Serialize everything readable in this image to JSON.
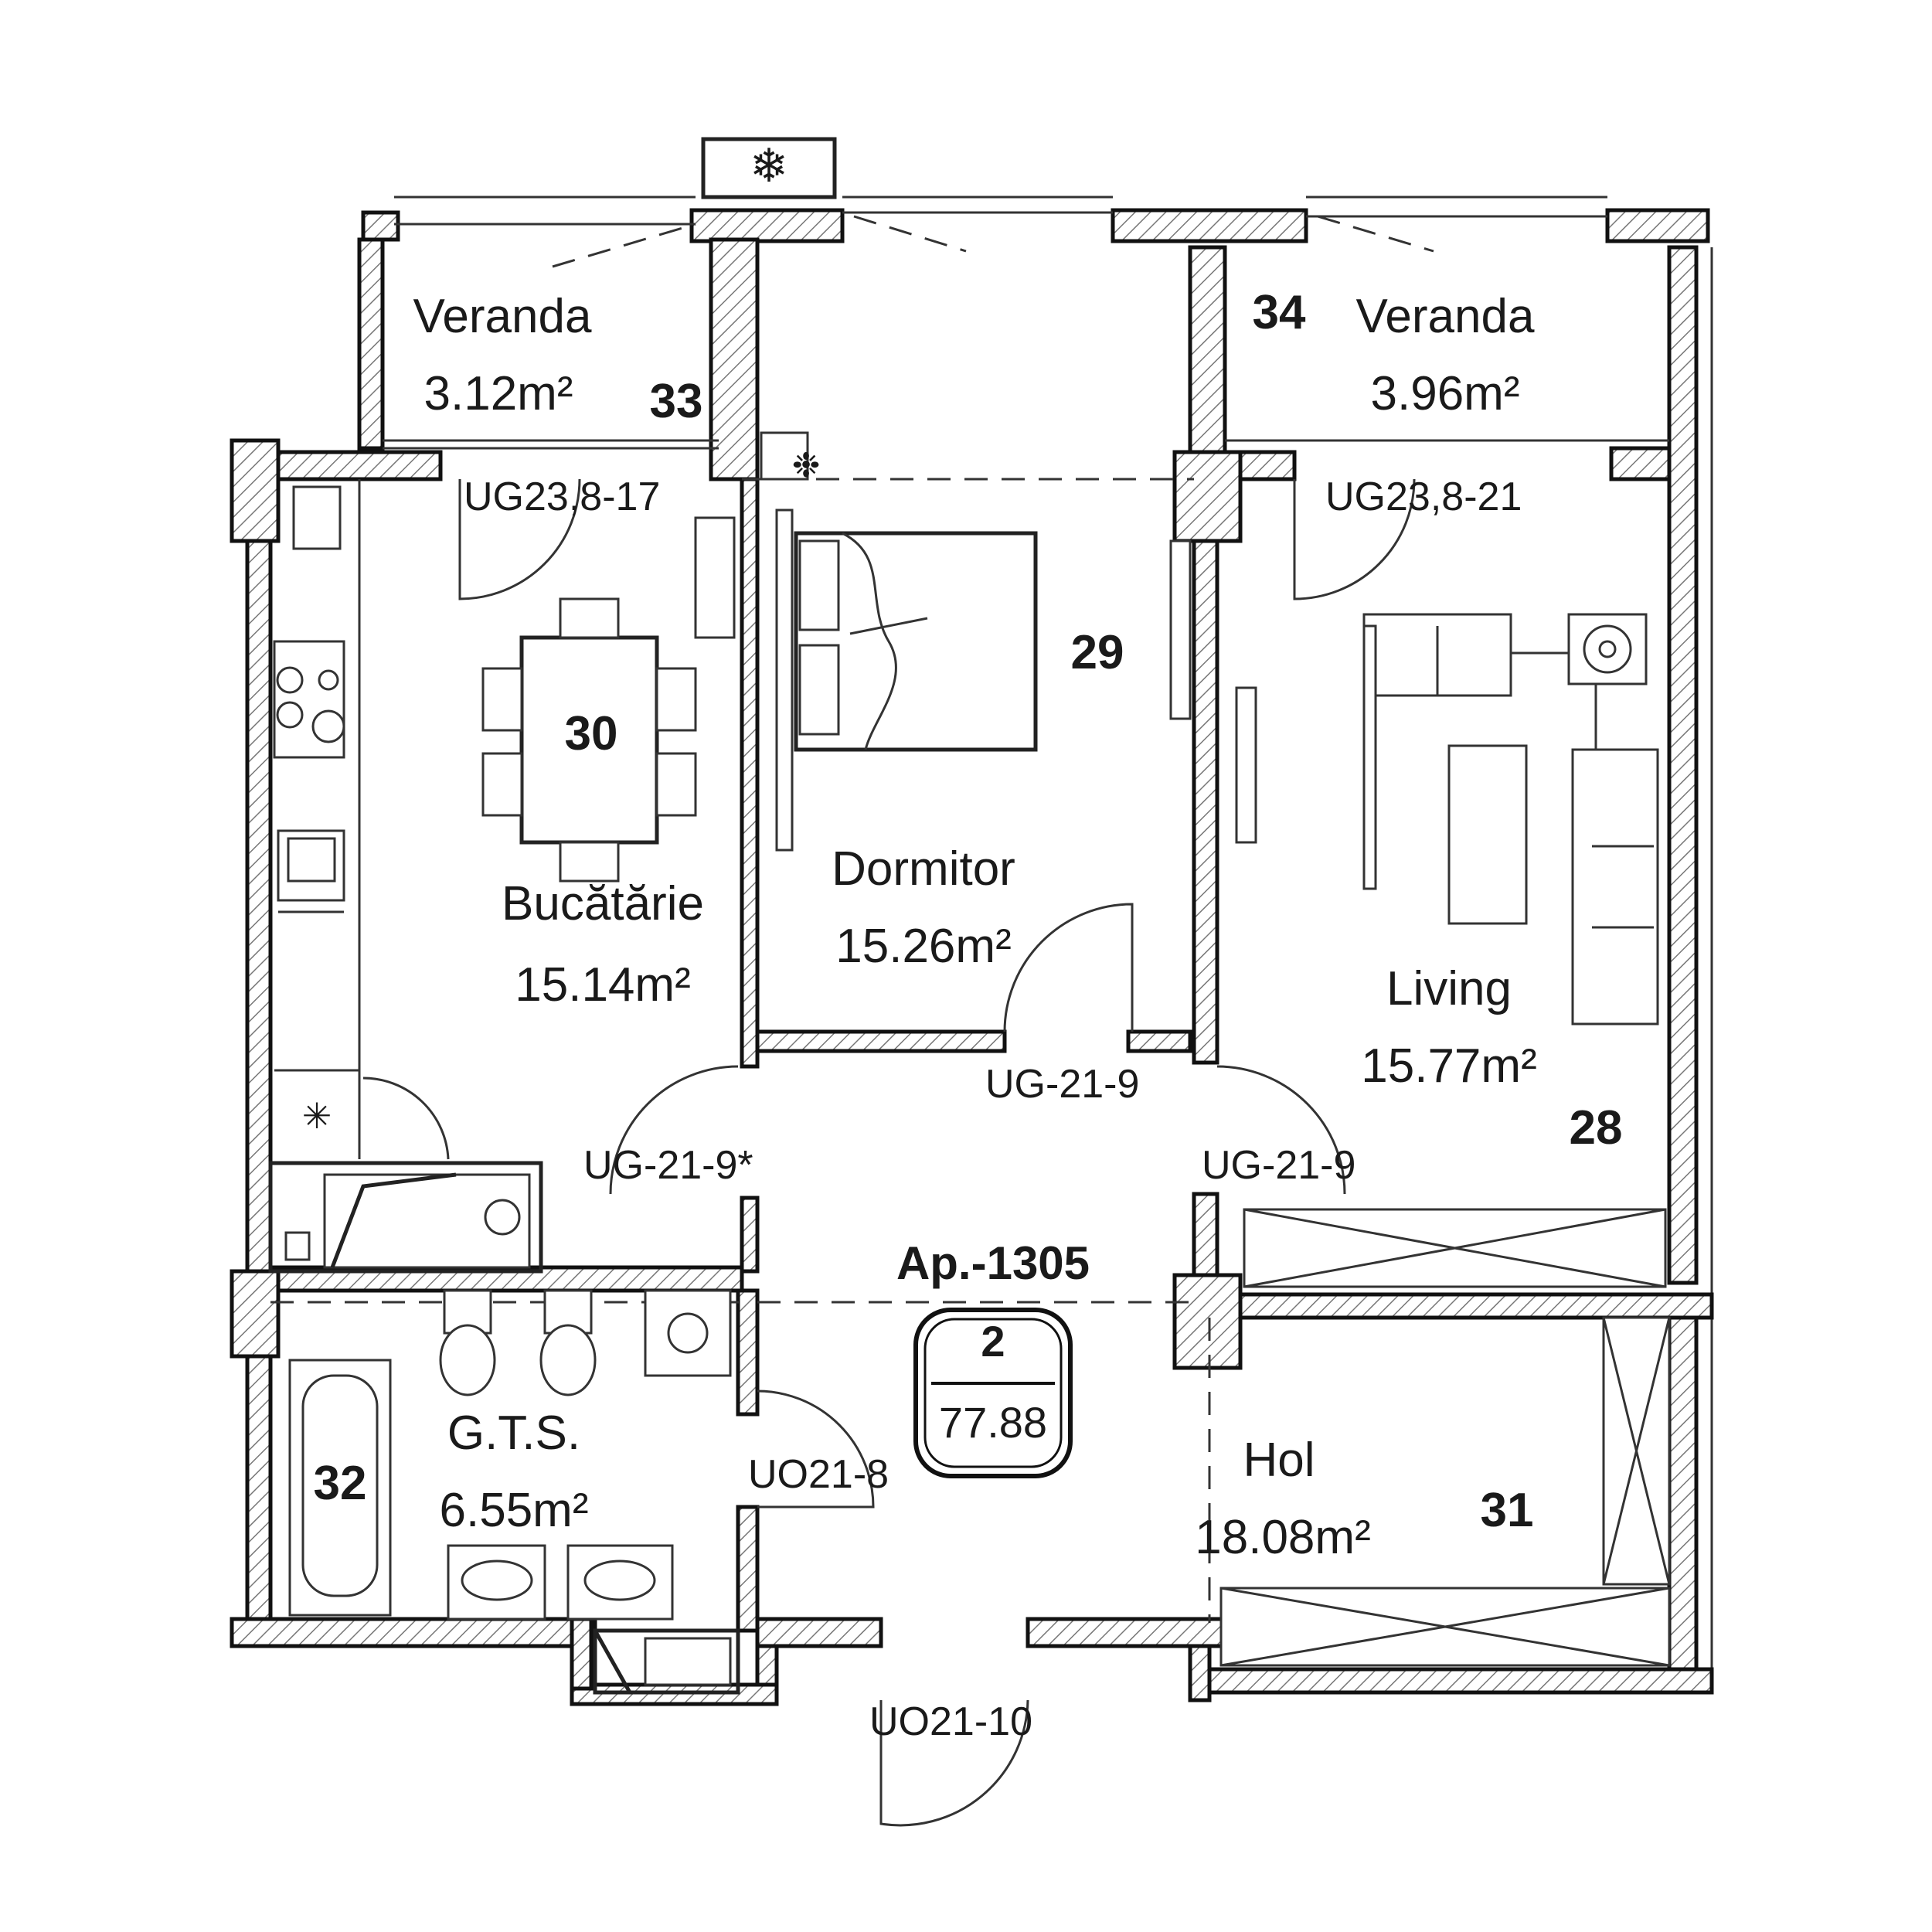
{
  "apartment": {
    "name": "Ap.-1305",
    "rooms_count": "2",
    "total_area": "77.88"
  },
  "rooms": [
    {
      "id": "veranda-left",
      "name": "Veranda",
      "area": "3.12m²",
      "number": "33"
    },
    {
      "id": "veranda-right",
      "name": "Veranda",
      "area": "3.96m²",
      "number": "34"
    },
    {
      "id": "kitchen",
      "name": "Bucătărie",
      "area": "15.14m²",
      "number": "30"
    },
    {
      "id": "bedroom",
      "name": "Dormitor",
      "area": "15.26m²",
      "number": "29"
    },
    {
      "id": "living",
      "name": "Living",
      "area": "15.77m²",
      "number": "28"
    },
    {
      "id": "bathroom",
      "name": "G.T.S.",
      "area": "6.55m²",
      "number": "32"
    },
    {
      "id": "hall",
      "name": "Hol",
      "area": "18.08m²",
      "number": "31"
    }
  ],
  "doors": {
    "kitchen_balcony": "UG23,8-17",
    "living_balcony": "UG23,8-21",
    "bedroom": "UG-21-9",
    "kitchen": "UG-21-9*",
    "living": "UG-21-9",
    "bathroom": "UO21-8",
    "entrance": "UO21-10"
  },
  "colors": {
    "wall": "#111111",
    "hatch": "#666666",
    "background": "#ffffff"
  }
}
